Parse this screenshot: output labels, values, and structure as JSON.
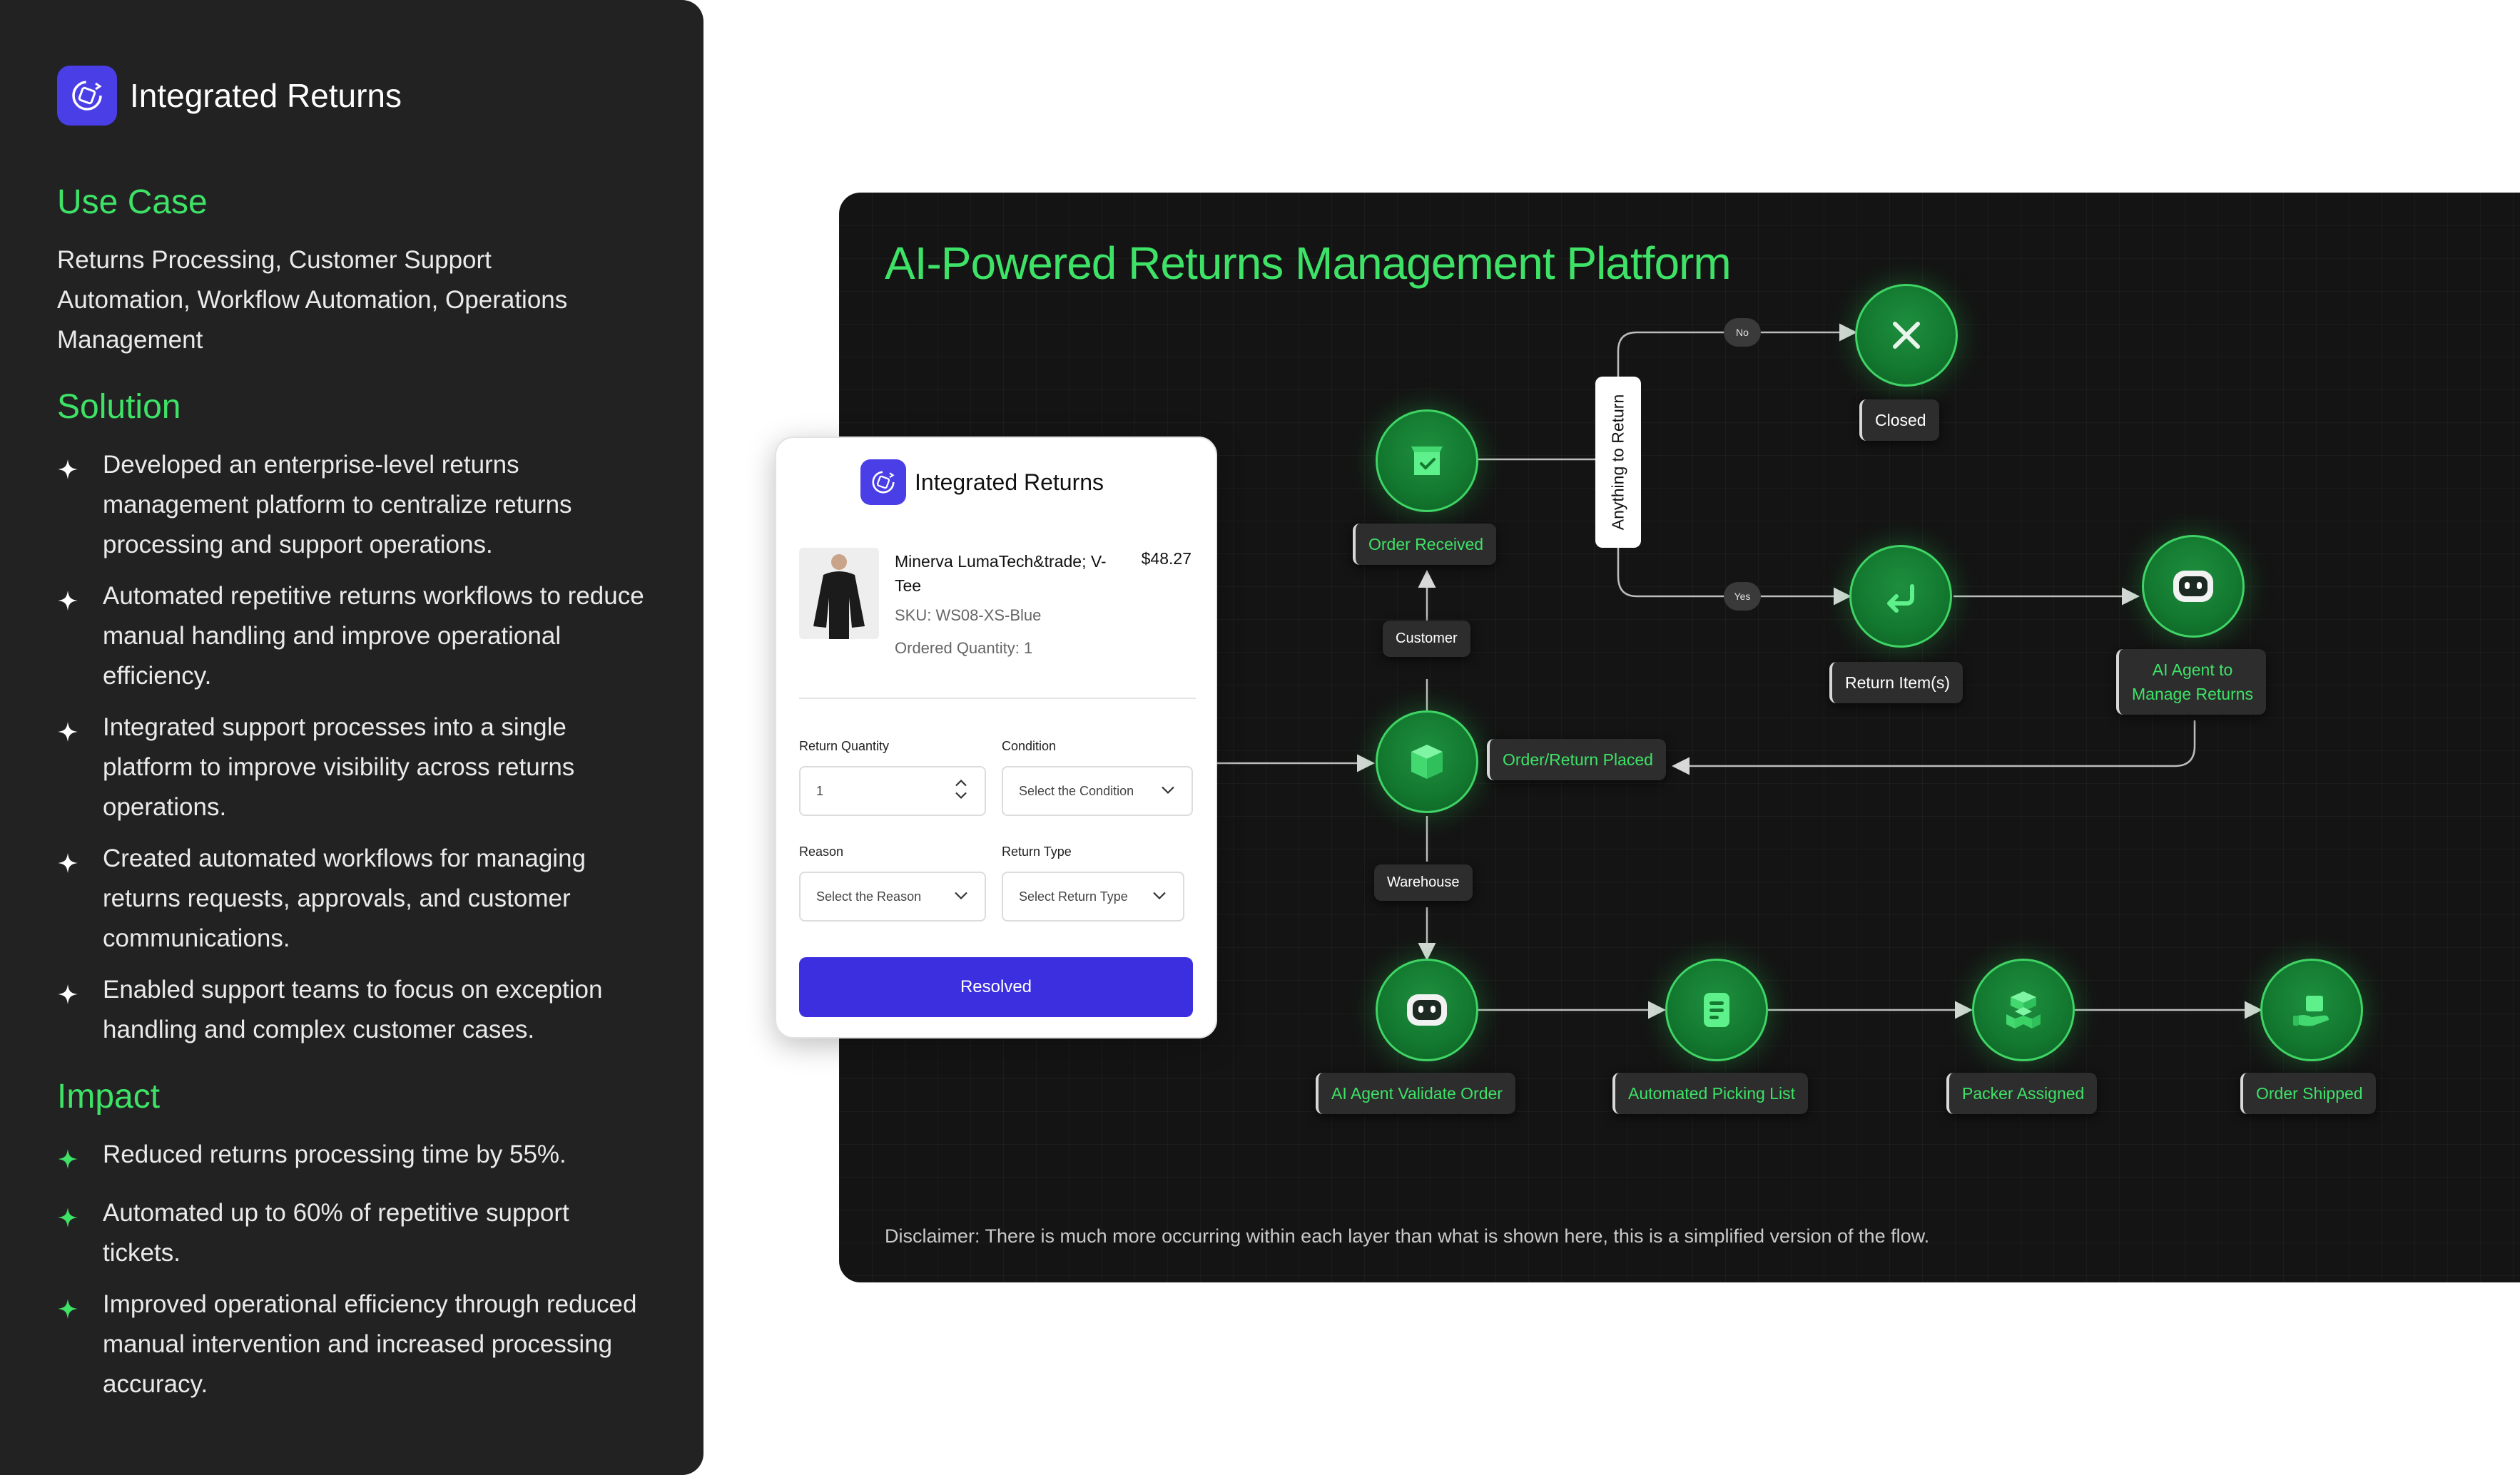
{
  "brand": {
    "name": "Integrated Returns"
  },
  "use_case": {
    "title": "Use Case",
    "text": "Returns Processing, Customer Support Automation, Workflow Automation, Operations Management"
  },
  "solution": {
    "title": "Solution",
    "items": [
      "Developed an enterprise-level returns management platform to centralize returns processing and support operations.",
      "Automated repetitive returns workflows to reduce manual handling and improve operational efficiency.",
      "Integrated support processes into a single platform to improve visibility across returns operations.",
      "Created automated workflows for managing returns requests, approvals, and customer communications.",
      "Enabled support teams to focus on exception handling and complex customer cases."
    ]
  },
  "impact": {
    "title": "Impact",
    "items": [
      "Reduced returns processing time by 55%.",
      "Automated up to 60% of repetitive support tickets.",
      "Improved operational efficiency through reduced manual intervention and increased processing accuracy."
    ]
  },
  "flow": {
    "title": "AI-Powered Returns Management Platform",
    "disclaimer": "Disclaimer: There is much more occurring within each layer than what is shown here, this is a simplified version of the flow.",
    "decision": "Anything to Return",
    "no": "No",
    "yes": "Yes",
    "customer": "Customer",
    "warehouse": "Warehouse",
    "nodes": {
      "closed": "Closed",
      "order_received": "Order Received",
      "return_items": "Return Item(s)",
      "ai_agent_manage_1": "AI Agent to",
      "ai_agent_manage_2": "Manage Returns",
      "order_return_placed": "Order/Return Placed",
      "ai_validate": "AI Agent Validate Order",
      "picking_list": "Automated Picking List",
      "packer": "Packer Assigned",
      "shipped": "Order Shipped"
    },
    "icons": {
      "closed": "x-icon",
      "order_received": "package-check-icon",
      "return_items": "return-arrow-icon",
      "ai_agent": "robot-icon",
      "order_return_placed": "boxes-icon",
      "ai_validate": "robot-icon",
      "picking_list": "list-icon",
      "packer": "packages-icon",
      "shipped": "delivery-icon"
    },
    "colors": {
      "accent": "#3ee267",
      "node_fill": "#137a30",
      "panel_bg": "#141414"
    }
  },
  "form": {
    "brand": "Integrated Returns",
    "product": {
      "name": "Minerva LumaTech&trade; V-Tee",
      "price": "$48.27",
      "sku": "SKU: WS08-XS-Blue",
      "qty": "Ordered Quantity: 1"
    },
    "return_quantity": {
      "label": "Return Quantity",
      "value": "1"
    },
    "condition": {
      "label": "Condition",
      "placeholder": "Select the Condition"
    },
    "reason": {
      "label": "Reason",
      "placeholder": "Select the Reason"
    },
    "return_type": {
      "label": "Return Type",
      "placeholder": "Select Return Type"
    },
    "submit": "Resolved",
    "colors": {
      "button": "#3b2fe0",
      "logo": "#4a3ee6"
    }
  }
}
